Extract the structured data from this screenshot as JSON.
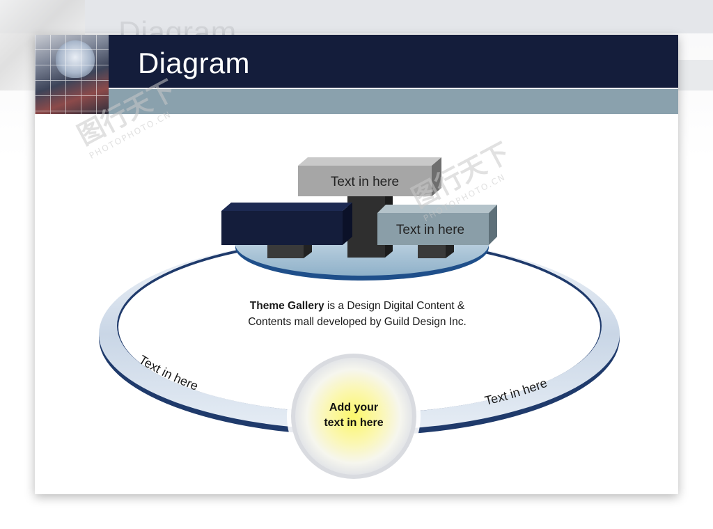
{
  "slide": {
    "title": "Diagram"
  },
  "diagram": {
    "blocks": [
      {
        "label": "Text in here",
        "color": "#a6a6a6"
      },
      {
        "label": "",
        "color": "#141d3b"
      },
      {
        "label": "Text in here",
        "color": "#8a9ea8"
      }
    ],
    "ring_labels": {
      "left": "Text in here",
      "right": "Text in here"
    },
    "description": {
      "brand": "Theme Gallery",
      "line1_rest": " is a Design Digital Content &",
      "line2": "Contents mall developed by Guild Design Inc."
    },
    "center_circle": {
      "line1": "Add your",
      "line2": "text in here",
      "glow_color": "#f6f28a"
    },
    "colors": {
      "ring_light": "#d9e2ee",
      "ring_dark": "#1f3a6b",
      "platform": "#a9c4d6"
    }
  },
  "watermark": {
    "cn": "图行天下",
    "en": "PHOTOPHOTO.CN"
  },
  "background_slide": {
    "title": "Diagram"
  }
}
